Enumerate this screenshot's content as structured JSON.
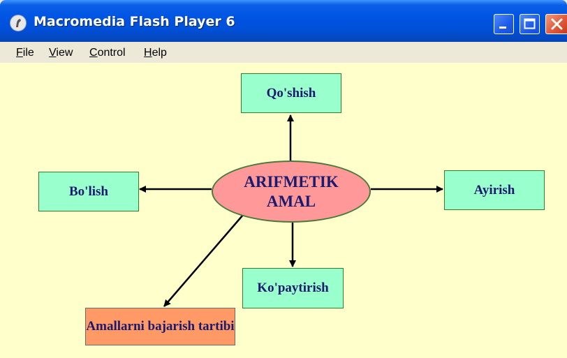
{
  "window": {
    "title": "Macromedia Flash Player 6",
    "controls": {
      "minimize": "minimize-icon",
      "maximize": "maximize-icon",
      "close": "close-icon"
    }
  },
  "menu": {
    "items": [
      {
        "mnemonic": "F",
        "rest": "ile"
      },
      {
        "mnemonic": "V",
        "rest": "iew"
      },
      {
        "mnemonic": "C",
        "rest": "ontrol"
      },
      {
        "mnemonic": "H",
        "rest": "elp"
      }
    ]
  },
  "diagram": {
    "center": {
      "line1": "ARIFMETIK",
      "line2": "AMAL"
    },
    "nodes": {
      "top": "Qo'shish",
      "left": "Bo'lish",
      "right": "Ayirish",
      "bottom": "Ko'paytirish",
      "bottom_left": "Amallarni bajarish tartibi"
    }
  },
  "colors": {
    "stage": "#ffffcc",
    "node_fill": "#99ffcc",
    "center_fill": "#ff9999",
    "order_fill": "#ff9966",
    "text": "#1a1a6e"
  }
}
